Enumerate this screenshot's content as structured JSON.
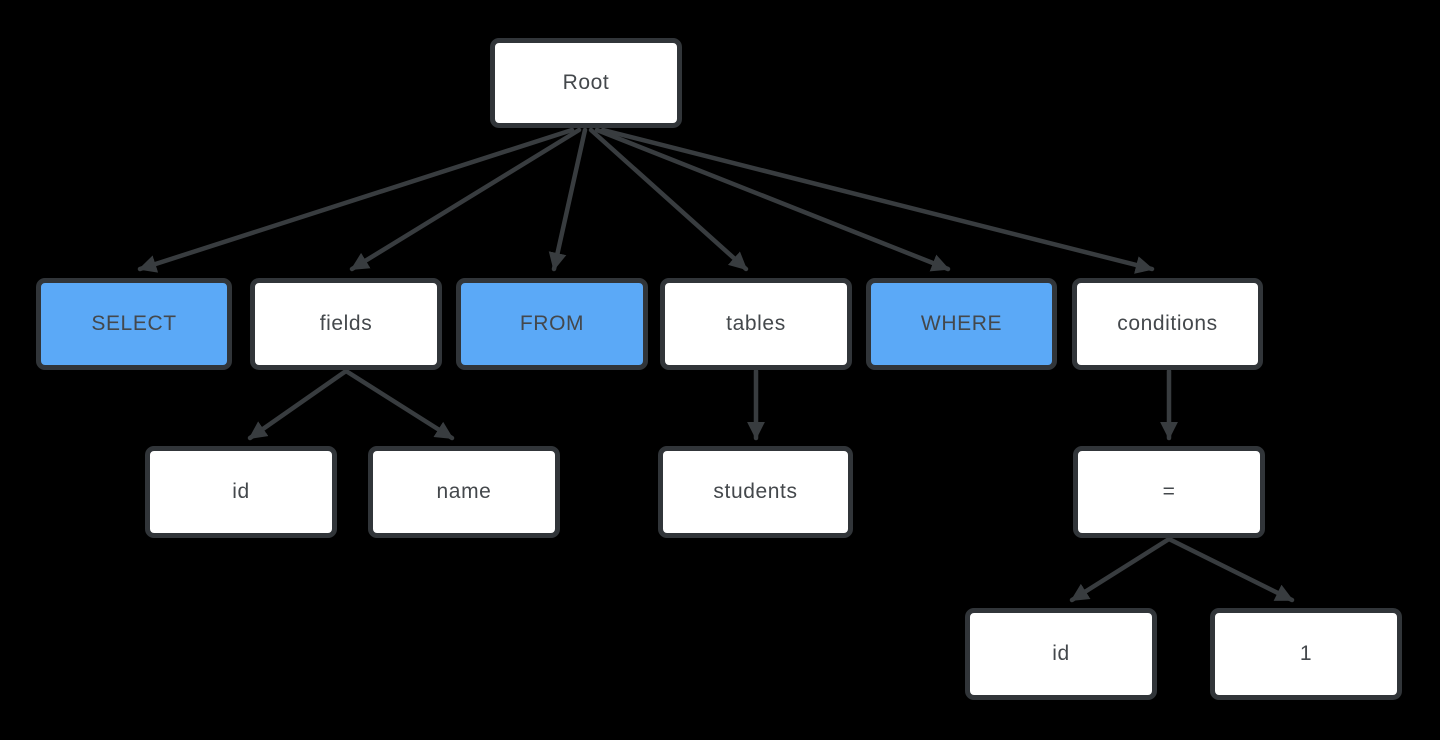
{
  "diagram": {
    "description": "SQL query abstract syntax tree",
    "colors": {
      "background": "#000000",
      "highlight_blue": "#5BA9F7",
      "box_fill": "#FFFFFF",
      "box_border": "#313539",
      "text": "#44484C",
      "arrow": "#383C3F"
    },
    "nodes": [
      {
        "id": "root",
        "label": "Root",
        "highlighted": false
      },
      {
        "id": "select",
        "label": "SELECT",
        "highlighted": true
      },
      {
        "id": "fields",
        "label": "fields",
        "highlighted": false
      },
      {
        "id": "from",
        "label": "FROM",
        "highlighted": true
      },
      {
        "id": "tables",
        "label": "tables",
        "highlighted": false
      },
      {
        "id": "where",
        "label": "WHERE",
        "highlighted": true
      },
      {
        "id": "conditions",
        "label": "conditions",
        "highlighted": false
      },
      {
        "id": "field-id",
        "label": "id",
        "highlighted": false
      },
      {
        "id": "field-name",
        "label": "name",
        "highlighted": false
      },
      {
        "id": "table-students",
        "label": "students",
        "highlighted": false
      },
      {
        "id": "operator-equals",
        "label": "=",
        "highlighted": false
      },
      {
        "id": "operand-id",
        "label": "id",
        "highlighted": false
      },
      {
        "id": "operand-one",
        "label": "1",
        "highlighted": false
      }
    ],
    "edges": [
      {
        "from": "root",
        "to": "select"
      },
      {
        "from": "root",
        "to": "fields"
      },
      {
        "from": "root",
        "to": "from"
      },
      {
        "from": "root",
        "to": "tables"
      },
      {
        "from": "root",
        "to": "where"
      },
      {
        "from": "root",
        "to": "conditions"
      },
      {
        "from": "fields",
        "to": "field-id"
      },
      {
        "from": "fields",
        "to": "field-name"
      },
      {
        "from": "tables",
        "to": "table-students"
      },
      {
        "from": "conditions",
        "to": "operator-equals"
      },
      {
        "from": "operator-equals",
        "to": "operand-id"
      },
      {
        "from": "operator-equals",
        "to": "operand-one"
      }
    ]
  }
}
